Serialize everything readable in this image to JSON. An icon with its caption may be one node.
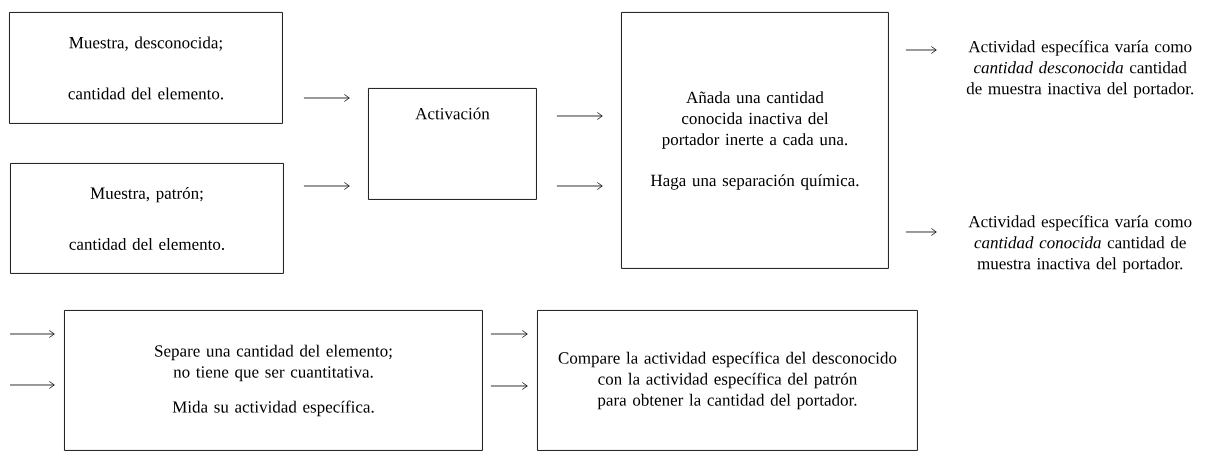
{
  "diagram": {
    "nodes": [
      {
        "text": [
          "Muestra, desconocida;",
          "cantidad del elemento."
        ]
      },
      {
        "text": [
          "Muestra, patrón;",
          "cantidad del elemento."
        ]
      },
      {
        "text": [
          "Activación"
        ]
      },
      {
        "text": [
          "Añada una cantidad conocida inactiva del portador inerte a cada una.",
          "Haga una separación química."
        ]
      },
      {
        "text": [
          "Actividad específica varía como *cantidad desconocida* cantidad de muestra inactiva del portador."
        ]
      },
      {
        "text": [
          "Actividad específica varía como *cantidad conocida* cantidad de muestra inactiva del portador."
        ]
      },
      {
        "text": [
          "Separe una cantidad del elemento; no tiene que ser cuantitativa.",
          "Mida su actividad específica."
        ]
      },
      {
        "text": [
          "Compare la actividad específica del desconocido con la actividad específica del patrón para obtener la cantidad del portador."
        ]
      }
    ],
    "edges": [
      {
        "from": 0,
        "to": 2,
        "arrow": "to"
      },
      {
        "from": 1,
        "to": 2,
        "arrow": "to"
      },
      {
        "from": 2,
        "to": 3,
        "arrow": "to"
      },
      {
        "from": 2,
        "to": 3,
        "arrow": "to"
      },
      {
        "from": 3,
        "to": 4,
        "arrow": "to"
      },
      {
        "from": 3,
        "to": 5,
        "arrow": "to"
      },
      {
        "from": null,
        "to": 6,
        "arrow": "to"
      },
      {
        "from": null,
        "to": 6,
        "arrow": "to"
      },
      {
        "from": 6,
        "to": 7,
        "arrow": "to"
      },
      {
        "from": 6,
        "to": 7,
        "arrow": "to"
      }
    ]
  }
}
